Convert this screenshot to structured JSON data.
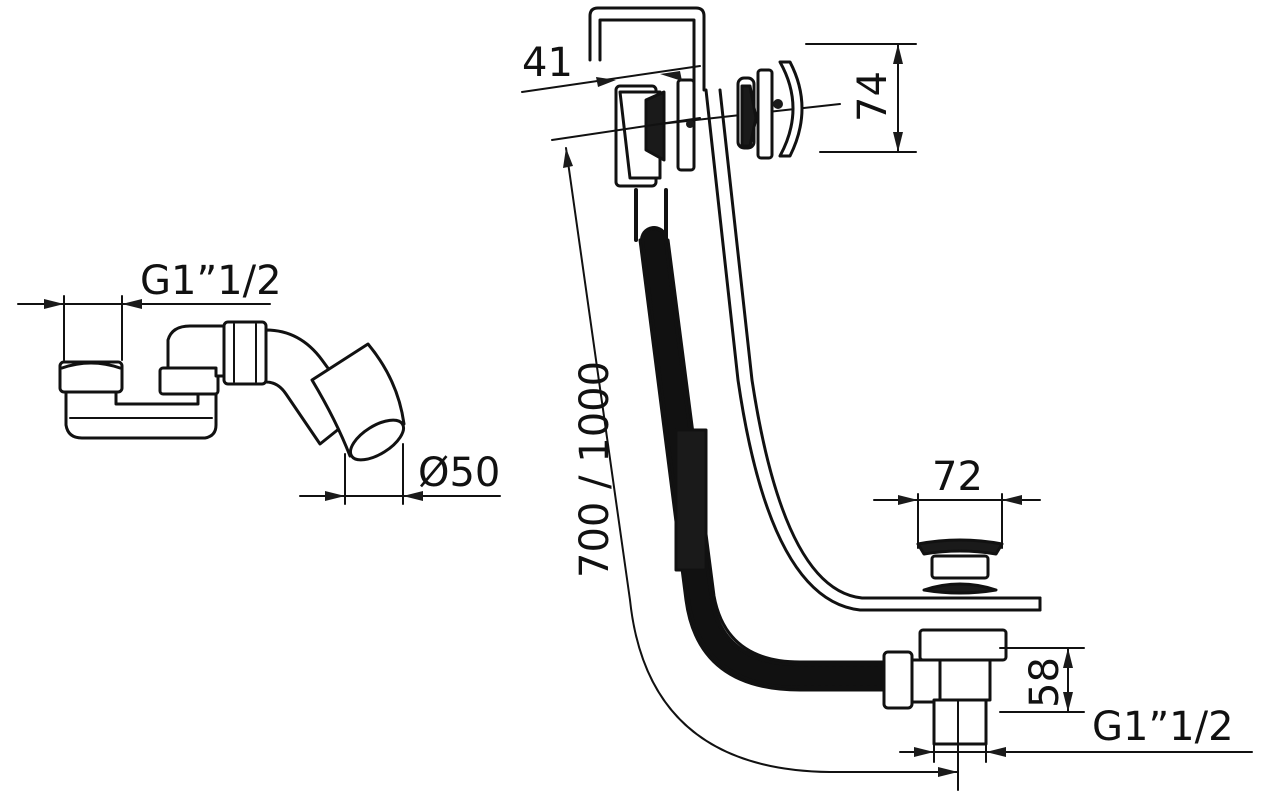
{
  "dimensions": {
    "overflow_height": "41",
    "overflow_plate": "74",
    "cable_length": "700 / 1000",
    "plug_diameter": "72",
    "waste_height": "58",
    "waste_thread": "G1”1/2",
    "trap_thread": "G1”1/2",
    "trap_outlet": "Ø50"
  },
  "colors": {
    "line": "#111111",
    "background": "#ffffff"
  }
}
